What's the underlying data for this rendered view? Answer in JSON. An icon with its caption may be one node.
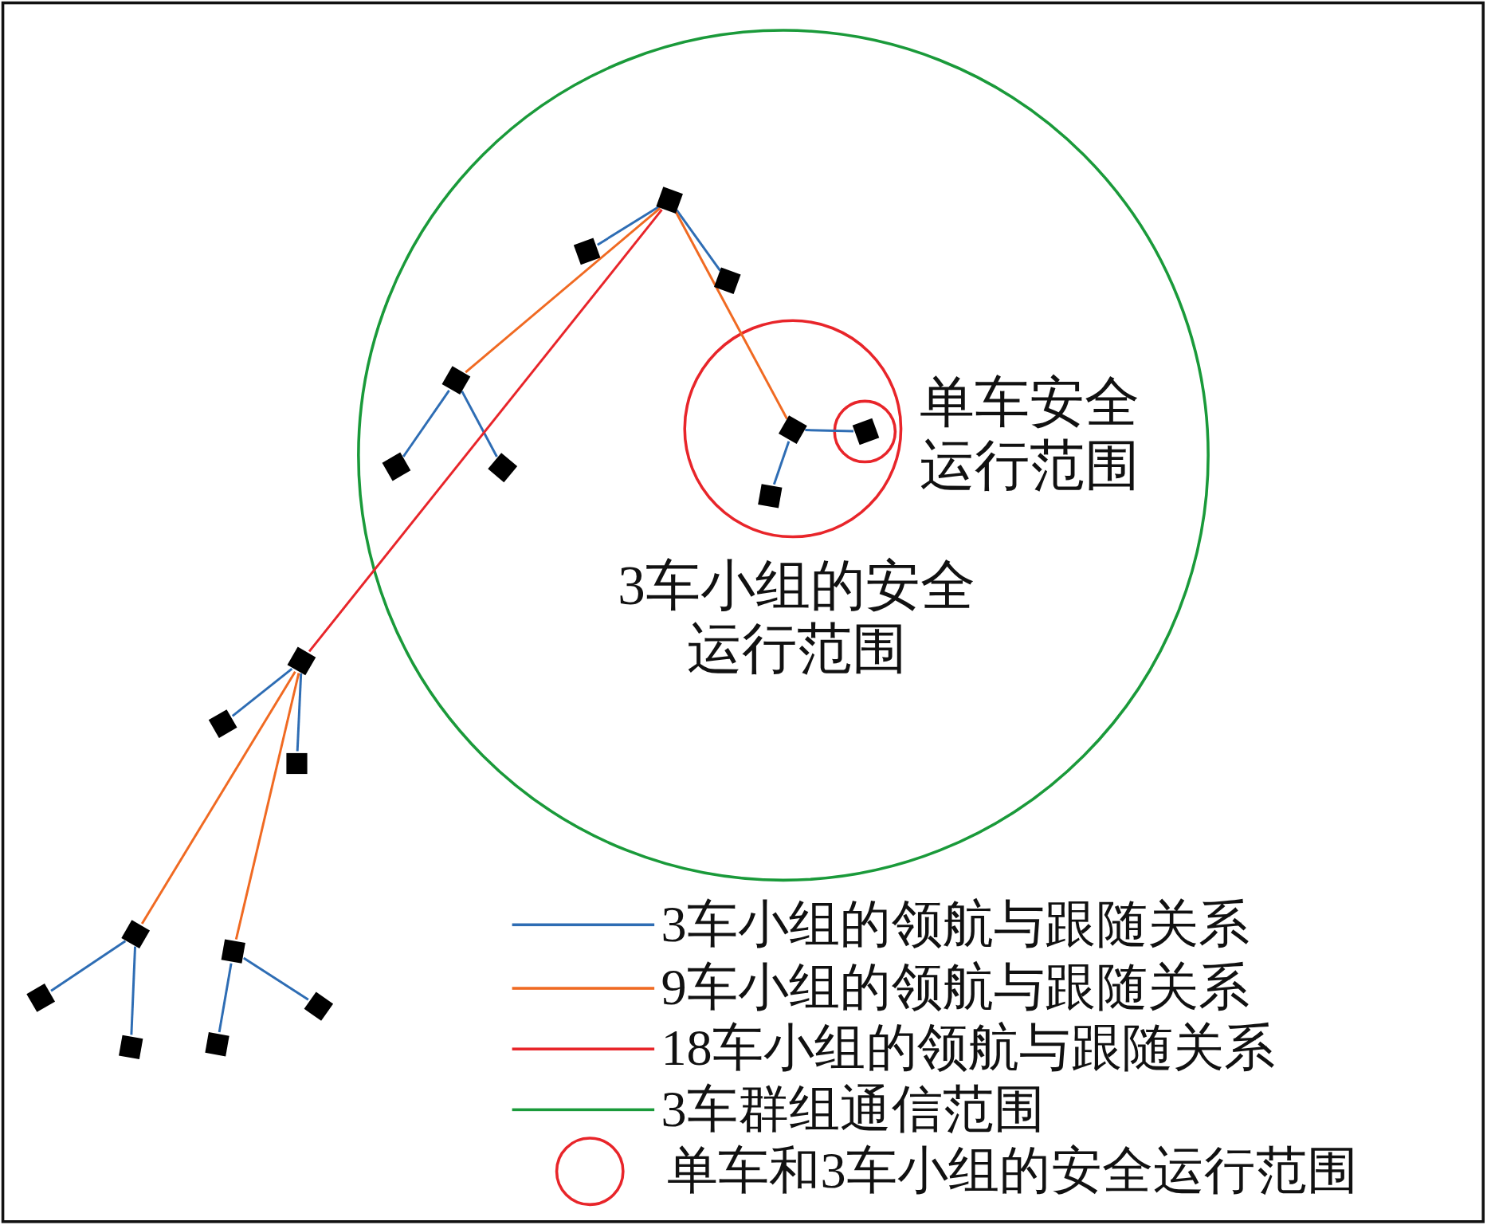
{
  "diagram": {
    "nodes": [
      {
        "text": [],
        "shape": "box"
      },
      {
        "text": [],
        "shape": "box"
      },
      {
        "text": [],
        "shape": "box"
      },
      {
        "text": [],
        "shape": "box"
      },
      {
        "text": [],
        "shape": "box"
      },
      {
        "text": [],
        "shape": "box"
      },
      {
        "text": [],
        "shape": "box"
      },
      {
        "text": [],
        "shape": "box"
      },
      {
        "text": [],
        "shape": "box"
      },
      {
        "text": [],
        "shape": "box"
      },
      {
        "text": [],
        "shape": "box"
      },
      {
        "text": [],
        "shape": "box"
      },
      {
        "text": [],
        "shape": "box"
      },
      {
        "text": [],
        "shape": "box"
      },
      {
        "text": [],
        "shape": "box"
      },
      {
        "text": [],
        "shape": "box"
      },
      {
        "text": [],
        "shape": "box"
      },
      {
        "text": [],
        "shape": "box"
      }
    ],
    "edges": [
      {
        "from": 0,
        "to": 1,
        "arrow": "none"
      },
      {
        "from": 0,
        "to": 2,
        "arrow": "none"
      },
      {
        "from": 0,
        "to": 3,
        "arrow": "none",
        "color": "#f06a22"
      },
      {
        "from": 3,
        "to": 4,
        "arrow": "none"
      },
      {
        "from": 3,
        "to": 5,
        "arrow": "none"
      },
      {
        "from": 0,
        "to": 6,
        "arrow": "none",
        "color": "#f06a22"
      },
      {
        "from": 6,
        "to": 7,
        "arrow": "none"
      },
      {
        "from": 6,
        "to": 8,
        "arrow": "none"
      },
      {
        "from": 0,
        "to": 9,
        "arrow": "none",
        "color": "#e8252a"
      },
      {
        "from": 9,
        "to": 10,
        "arrow": "none"
      },
      {
        "from": 9,
        "to": 11,
        "arrow": "none"
      },
      {
        "from": 9,
        "to": 12,
        "arrow": "none",
        "color": "#f06a22"
      },
      {
        "from": 12,
        "to": 13,
        "arrow": "none"
      },
      {
        "from": 12,
        "to": 14,
        "arrow": "none"
      },
      {
        "from": 9,
        "to": 15,
        "arrow": "none",
        "color": "#f06a22"
      },
      {
        "from": 15,
        "to": 16,
        "arrow": "none"
      },
      {
        "from": 15,
        "to": 17,
        "arrow": "none"
      }
    ],
    "labels": [
      "单车安全运行范围",
      "3车小组的安全运行范围"
    ],
    "legend": [
      {
        "text": "3车小组的领航与跟随关系",
        "color": "#2e6db4"
      },
      {
        "text": "9车小组的领航与跟随关系",
        "color": "#f06a22"
      },
      {
        "text": "18车小组的领航与跟随关系",
        "color": "#e8252a"
      },
      {
        "text": "3车群组通信范围",
        "color": "#1a9a3a"
      },
      {
        "text": "单车和3车小组的安全运行范围"
      }
    ]
  }
}
